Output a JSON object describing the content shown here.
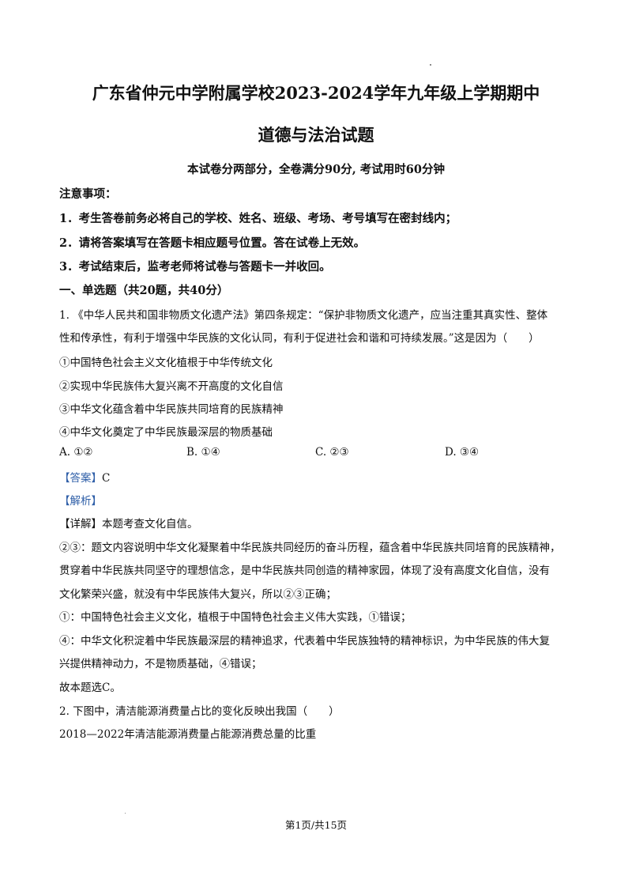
{
  "header": {
    "title_line1": "广东省仲元中学附属学校2023-2024学年九年级上学期期中",
    "title_line2": "道德与法治试题",
    "exam_info": "本试卷分两部分，全卷满分90分, 考试用时60分钟"
  },
  "notice": {
    "heading": "注意事项：",
    "items": [
      "1．考生答卷前务必将自己的学校、姓名、班级、考场、考号填写在密封线内；",
      "2．请将答案填写在答题卡相应题号位置。答在试卷上无效。",
      "3．考试结束后，监考老师将试卷与答题卡一并收回。"
    ]
  },
  "section1": {
    "heading": "一、单选题（共20题，共40分）"
  },
  "q1": {
    "stem_line1": "1. 《中华人民共和国非物质文化遗产法》第四条规定：“保护非物质文化遗产，应当注重其真实性、整体",
    "stem_line2": "性和传承性，有利于增强中华民族的文化认同，有利于促进社会和谐和可持续发展。”这是因为（　　）",
    "statements": [
      "①中国特色社会主义文化植根于中华传统文化",
      "②实现中华民族伟大复兴离不开高度的文化自信",
      "③中华文化蕴含着中华民族共同培育的民族精神",
      "④中华文化奠定了中华民族最深层的物质基础"
    ],
    "options": [
      "A. ①②",
      "B. ①④",
      "C. ②③",
      "D. ③④"
    ],
    "answer_label": "【答案】",
    "answer_value": "C",
    "analysis_label": "【解析】",
    "detail": "【详解】本题考查文化自信。",
    "explanation": [
      "②③：题文内容说明中华文化凝聚着中华民族共同经历的奋斗历程，蕴含着中华民族共同培育的民族精神，",
      "贯穿着中华民族共同坚守的理想信念，是中华民族共同创造的精神家园，体现了没有高度文化自信，没有",
      "文化繁荣兴盛，就没有中华民族伟大复兴，所以②③正确；",
      "①：中国特色社会主义文化，植根于中国特色社会主义伟大实践，①错误；",
      "④：中华文化积淀着中华民族最深层的精神追求，代表着中华民族独特的精神标识，为中华民族的伟大复",
      "兴提供精神动力，不是物质基础，④错误；",
      "故本题选C。"
    ]
  },
  "q2": {
    "stem": "2. 下图中，清洁能源消费量占比的变化反映出我国（　　）",
    "chart_caption": "2018—2022年清洁能源消费量占能源消费总量的比重"
  },
  "footer": {
    "page_label": "第1页/共15页"
  }
}
